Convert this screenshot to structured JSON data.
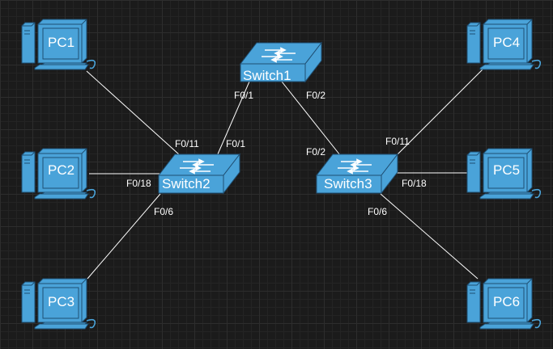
{
  "colors": {
    "background": "#1b1b1b",
    "device_fill": "#4aa3d9",
    "device_stroke": "#1f4f73",
    "link": "#ffffff",
    "text": "#ffffff"
  },
  "devices": {
    "switch1": {
      "label": "Switch1",
      "icon": "switch-icon"
    },
    "switch2": {
      "label": "Switch2",
      "icon": "switch-icon"
    },
    "switch3": {
      "label": "Switch3",
      "icon": "switch-icon"
    },
    "pc1": {
      "label": "PC1",
      "icon": "desktop-computer-icon"
    },
    "pc2": {
      "label": "PC2",
      "icon": "desktop-computer-icon"
    },
    "pc3": {
      "label": "PC3",
      "icon": "desktop-computer-icon"
    },
    "pc4": {
      "label": "PC4",
      "icon": "desktop-computer-icon"
    },
    "pc5": {
      "label": "PC5",
      "icon": "desktop-computer-icon"
    },
    "pc6": {
      "label": "PC6",
      "icon": "desktop-computer-icon"
    }
  },
  "links": [
    {
      "from": "Switch1",
      "to": "Switch2",
      "from_port": "F0/1",
      "to_port": "F0/1"
    },
    {
      "from": "Switch1",
      "to": "Switch3",
      "from_port": "F0/2",
      "to_port": "F0/2"
    },
    {
      "from": "PC1",
      "to": "Switch2",
      "to_port": "F0/11"
    },
    {
      "from": "PC2",
      "to": "Switch2",
      "to_port": "F0/18"
    },
    {
      "from": "PC3",
      "to": "Switch2",
      "to_port": "F0/6"
    },
    {
      "from": "PC4",
      "to": "Switch3",
      "to_port": "F0/11"
    },
    {
      "from": "PC5",
      "to": "Switch3",
      "to_port": "F0/18"
    },
    {
      "from": "PC6",
      "to": "Switch3",
      "to_port": "F0/6"
    }
  ]
}
